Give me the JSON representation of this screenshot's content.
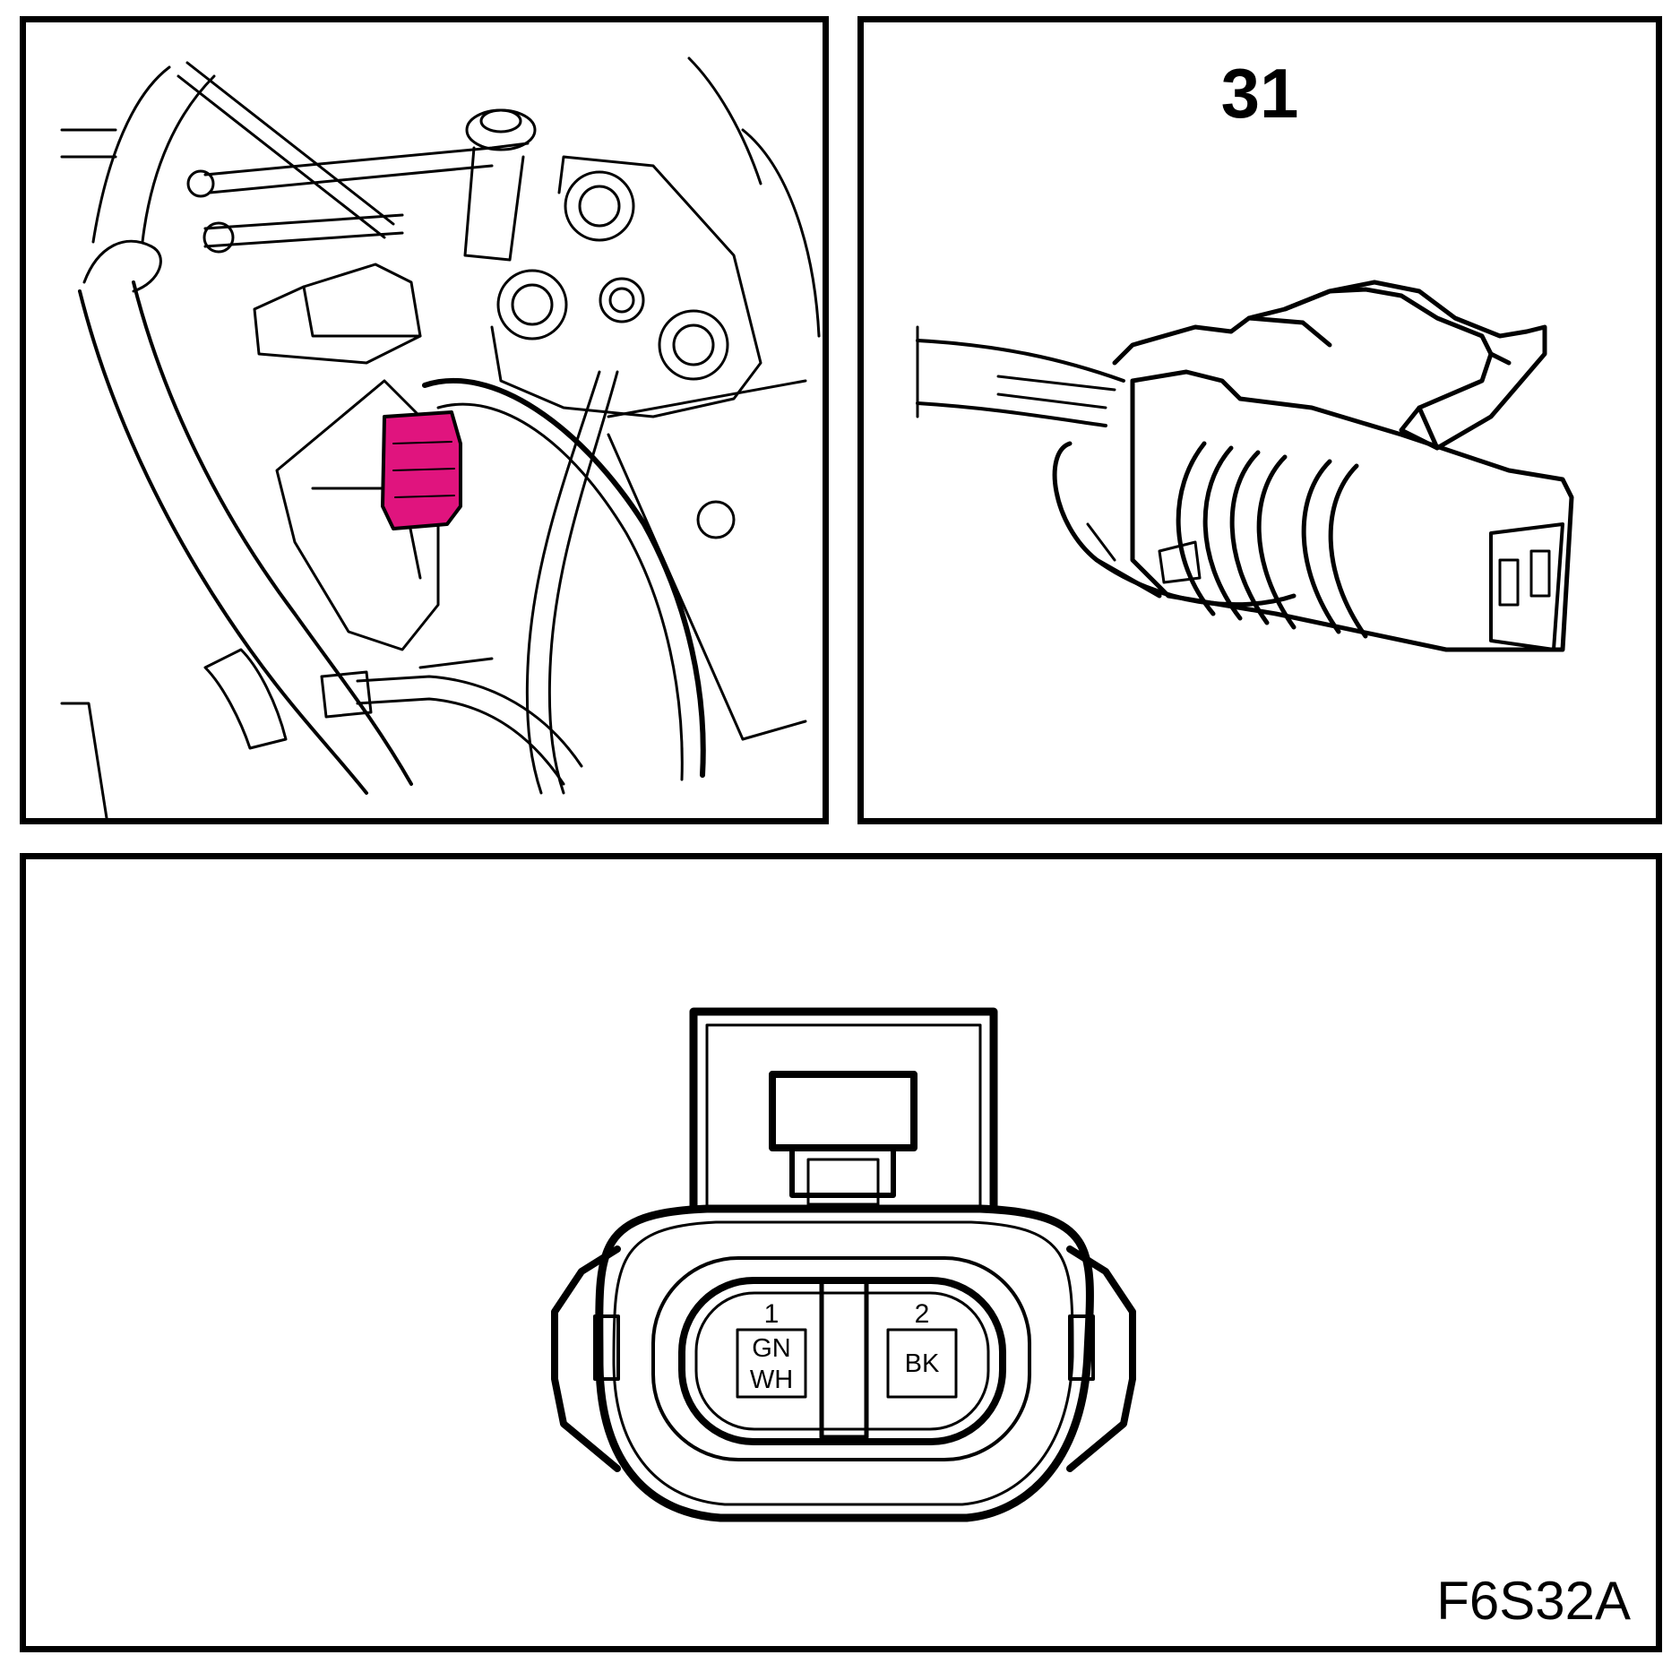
{
  "panels": {
    "location": {
      "highlight_color": "#e0147e"
    },
    "connector_view": {
      "number": "31"
    },
    "pinout": {
      "pins": [
        {
          "number": "1",
          "color_line1": "GN",
          "color_line2": "WH"
        },
        {
          "number": "2",
          "color_line1": "BK",
          "color_line2": ""
        }
      ]
    }
  },
  "figure_code": "F6S32A"
}
